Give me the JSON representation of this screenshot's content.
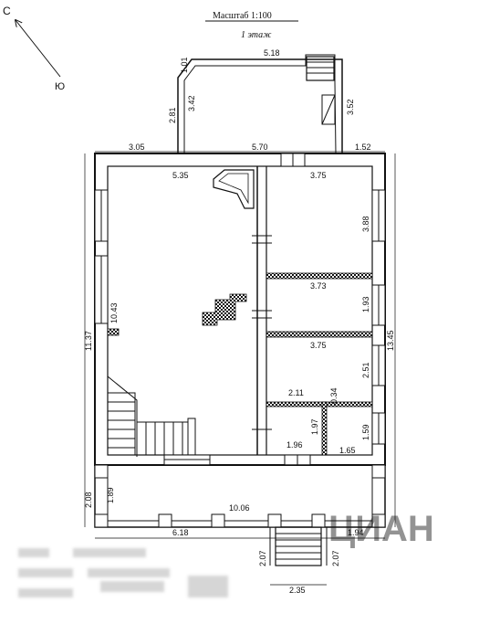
{
  "header": {
    "scale": "Масштаб 1:100",
    "floor": "1 этаж"
  },
  "compass": {
    "north": "С",
    "south": "Ю"
  },
  "dimensions": {
    "porch_top": "5.18",
    "porch_corner": "1.01",
    "porch_left_outer": "2.81",
    "porch_left_inner": "3.42",
    "porch_right": "3.52",
    "top_left": "3.05",
    "top_mid": "5.70",
    "top_right": "1.52",
    "hall_width": "5.35",
    "room1_width": "3.75",
    "room1_height": "3.88",
    "corridor_width": "3.73",
    "corridor_height": "1.93",
    "room2_width": "3.75",
    "room2_height": "2.51",
    "small1_width": "2.11",
    "small_gap": "0.34",
    "small1_height": "1.97",
    "small1_bottom": "1.96",
    "small2_bottom": "1.65",
    "small2_height": "1.59",
    "hall_height": "10.43",
    "left_total": "11.37",
    "right_total": "13.45",
    "terrace_outer": "2.08",
    "terrace_inner": "1.89",
    "terrace_width": "10.06",
    "terrace_bottom_left": "6.18",
    "terrace_bottom_right": "1.94",
    "stair_left": "2.07",
    "stair_right": "2.07",
    "stair_width": "2.35"
  },
  "watermark": "ЦИАН"
}
